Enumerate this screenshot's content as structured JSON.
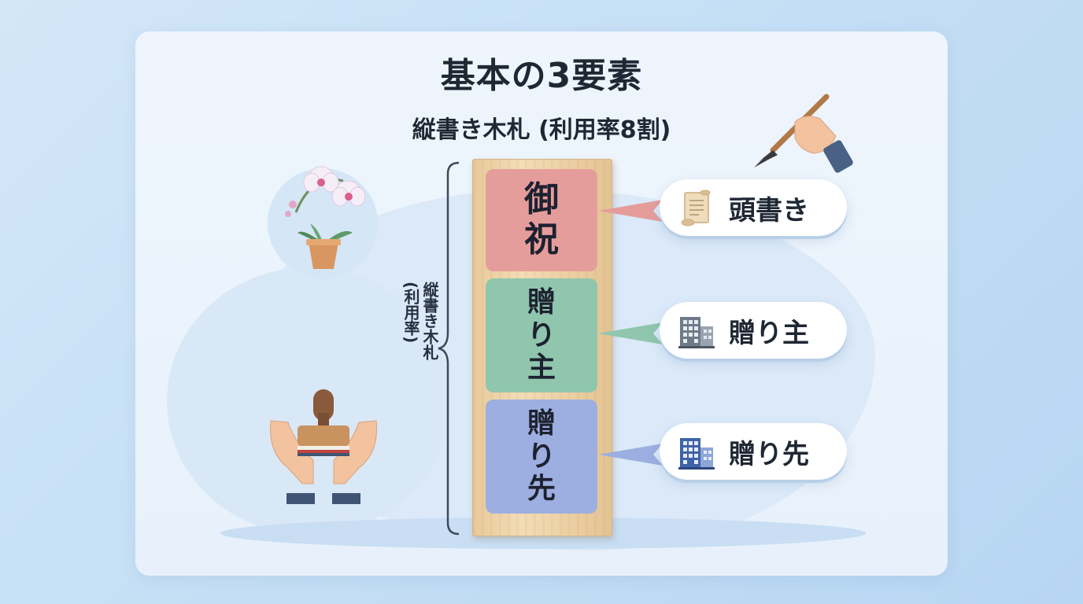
{
  "header": {
    "title": "基本の3要素",
    "subtitle": "縦書き木札 (利用率8割)"
  },
  "board": {
    "segments": [
      {
        "chars": [
          "御",
          "祝"
        ]
      },
      {
        "chars": [
          "贈",
          "り",
          "主"
        ]
      },
      {
        "chars": [
          "贈",
          "り",
          "先"
        ]
      }
    ]
  },
  "side_label": {
    "line1": "縦書き木札",
    "line2": "(利用率)"
  },
  "callouts": [
    {
      "label": "頭書き",
      "icon": "scroll-icon"
    },
    {
      "label": "贈り主",
      "icon": "building-gray-icon"
    },
    {
      "label": "贈り先",
      "icon": "building-blue-icon"
    }
  ],
  "colors": {
    "segment1": "#e59d9c",
    "segment2": "#8fc6ad",
    "segment3": "#9daee0",
    "wood": "#f0d5aa",
    "text": "#1f2733"
  }
}
